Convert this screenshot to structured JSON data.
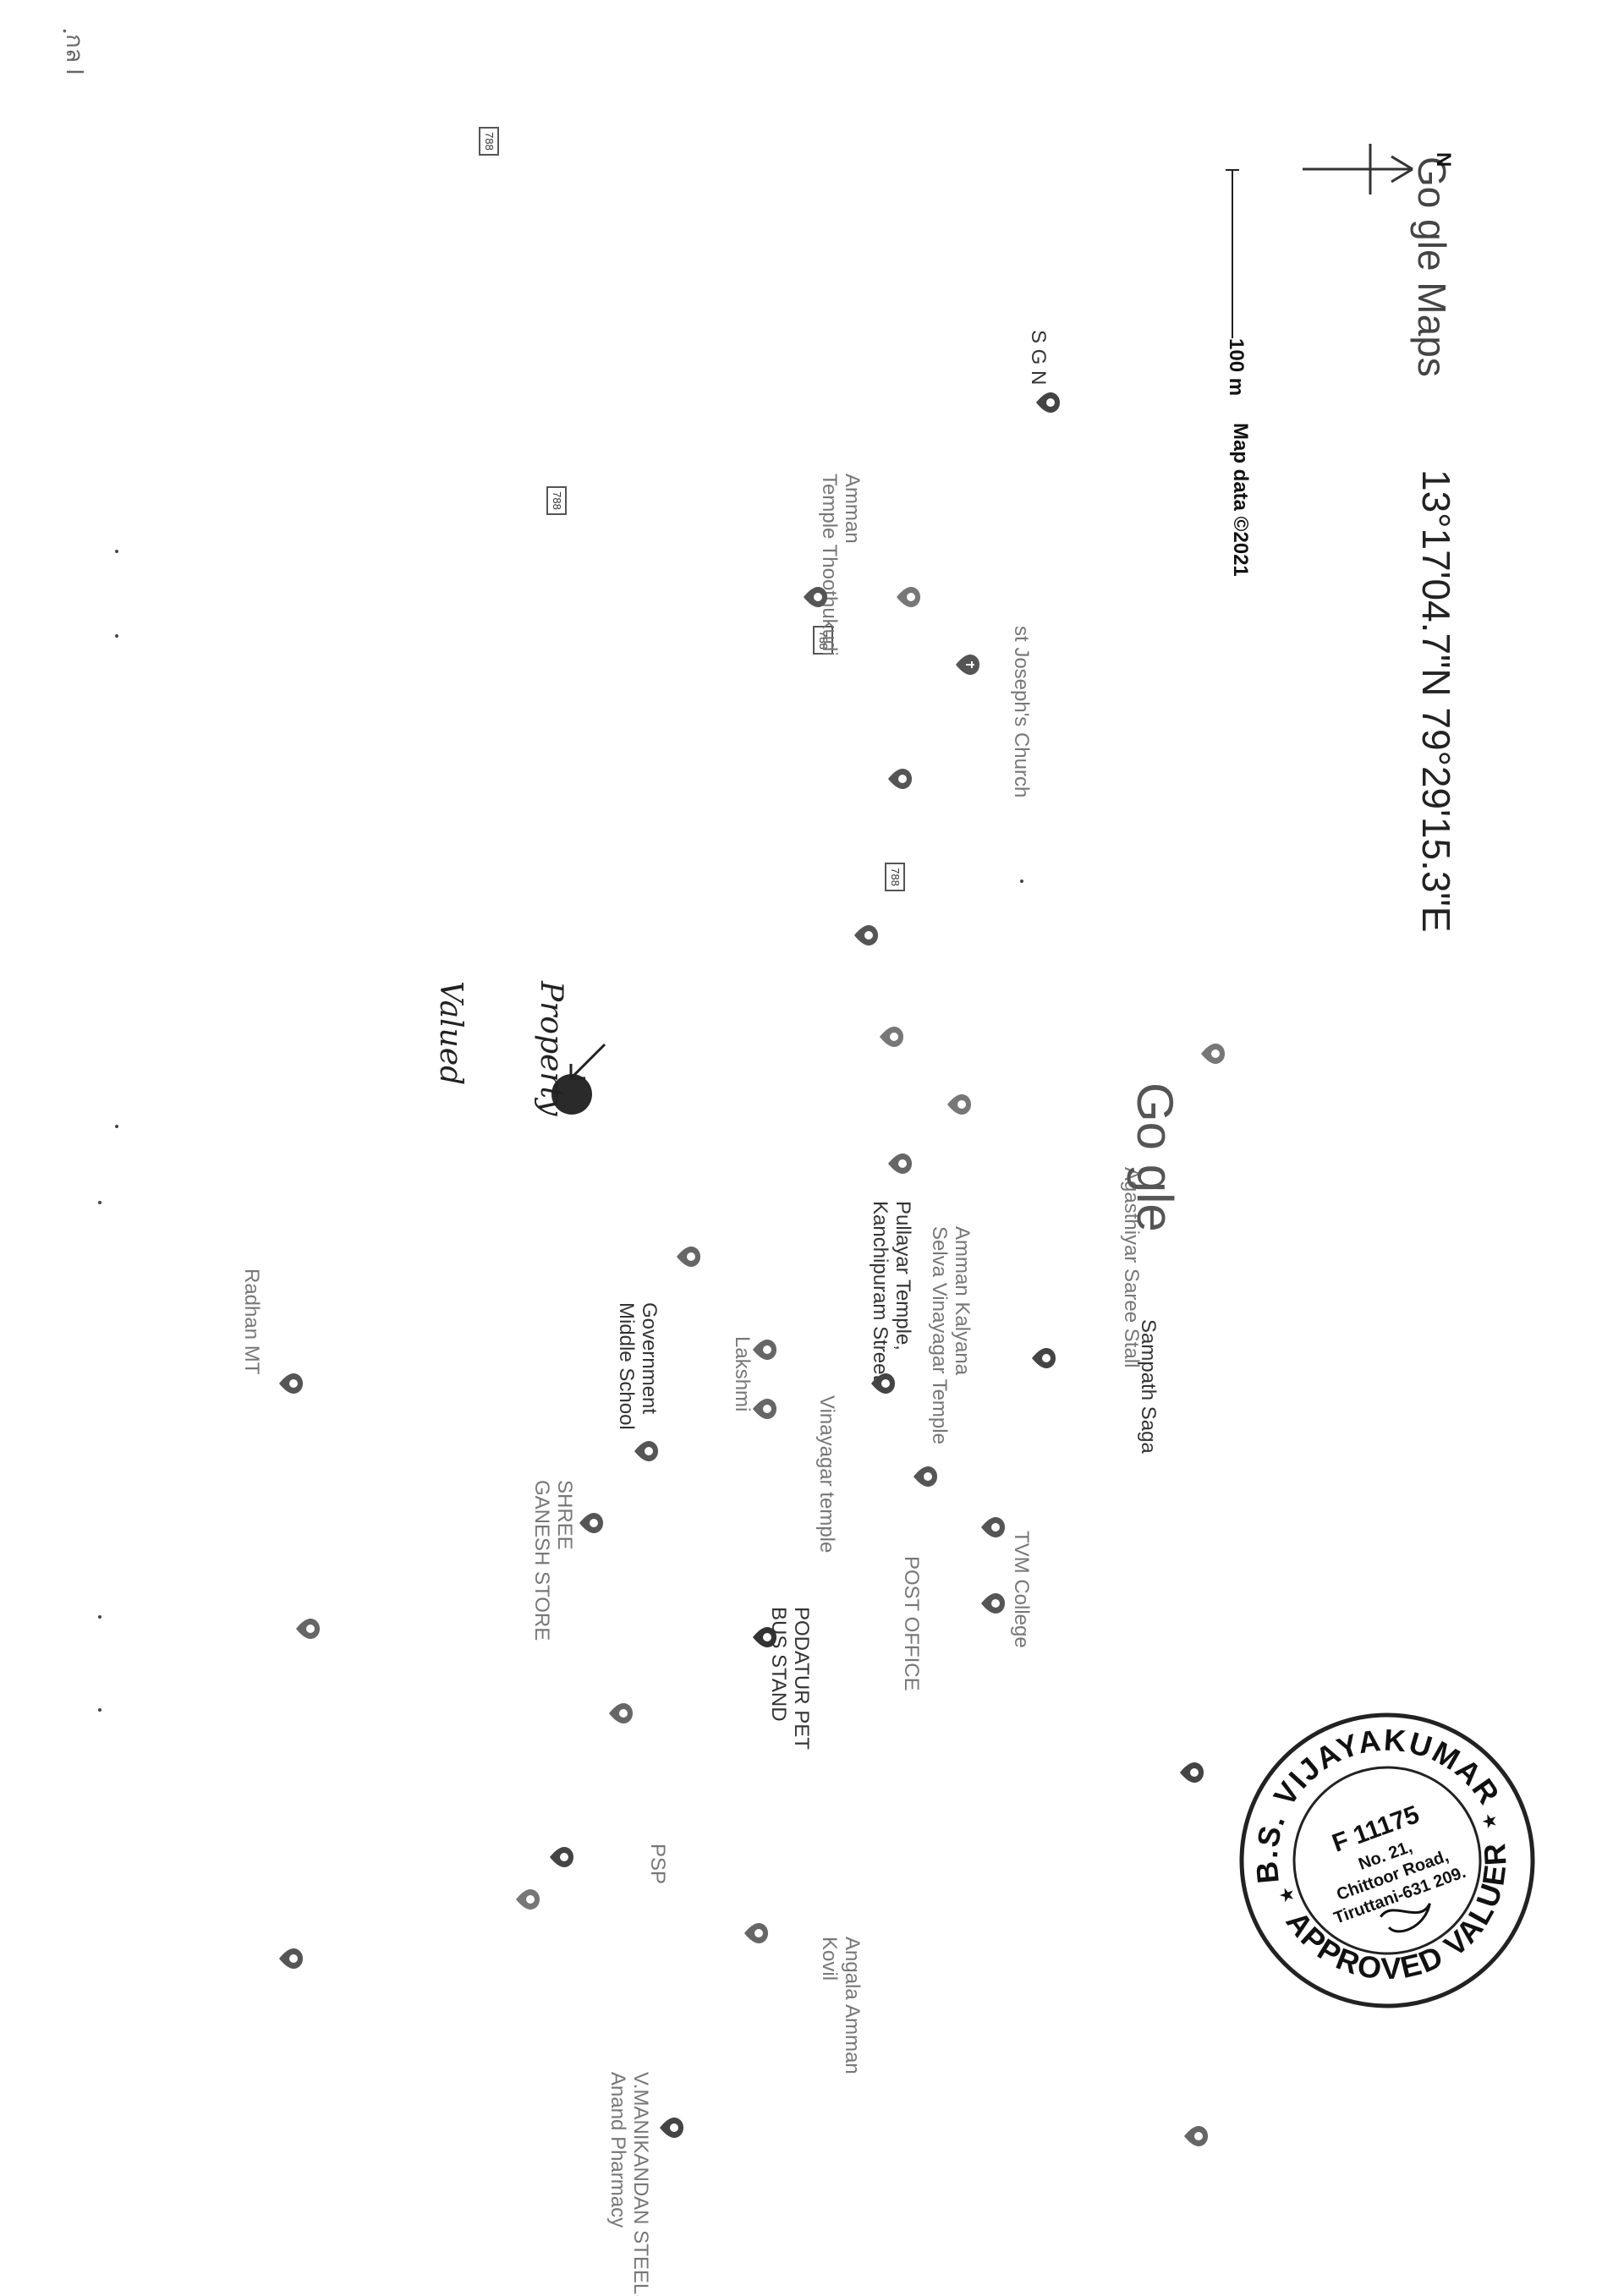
{
  "header": {
    "brand": "Go gle Maps",
    "coordinates": "13°17'04.7\"N 79°29'15.3\"E"
  },
  "corner_mark": "ฺกล l",
  "annotation": {
    "line1": "Property",
    "line2": "Valued"
  },
  "places": [
    {
      "id": "sgn",
      "text": "S G N"
    },
    {
      "id": "sampath",
      "text": "Sampath Saga"
    },
    {
      "id": "pullayar",
      "text": "Pullayar Temple,\nKanchipuram Street"
    },
    {
      "id": "govschool",
      "text": "Government\nMiddle School"
    },
    {
      "id": "bus",
      "text": "PODATUR PET\nBUS STAND"
    },
    {
      "id": "vinayagar",
      "text": "Vinayagar temple"
    },
    {
      "id": "stjoseph",
      "text": "st Joseph's Church"
    },
    {
      "id": "post",
      "text": "POST OFFICE"
    },
    {
      "id": "lakshmi",
      "text": "Lakshmi"
    },
    {
      "id": "radhan",
      "text": "Radhan MT"
    },
    {
      "id": "psp",
      "text": "PSP"
    },
    {
      "id": "vmanikandan",
      "text": "V.MANIKANDAN STEELS\nAnand Pharmacy"
    },
    {
      "id": "amman",
      "text": "Amman Kalyana\nSelva Vinayagar Temple"
    },
    {
      "id": "ganesh",
      "text": "SHREE\nGANESH STORE"
    },
    {
      "id": "angal",
      "text": "Angala Amman\nKovil"
    },
    {
      "id": "church",
      "text": "Amman\nTemple Thoothukudi"
    },
    {
      "id": "tvm",
      "text": "TVM College"
    },
    {
      "id": "agastiya",
      "text": "Agasthiyar Saree Stall"
    }
  ],
  "road_shields": [
    "788",
    "788",
    "788",
    "788"
  ],
  "map_logo": "Go gle",
  "attribution": "Map data ©2021",
  "scale": "100 m",
  "north_label": "N",
  "seal": {
    "top_text": "B.S. VIJAYAKUMAR",
    "bottom_text": "APPROVED VALUER",
    "line1": "F 11175",
    "line2": "No. 21,",
    "line3": "Chittoor Road,",
    "line4": "Tiruttani-631 209."
  }
}
